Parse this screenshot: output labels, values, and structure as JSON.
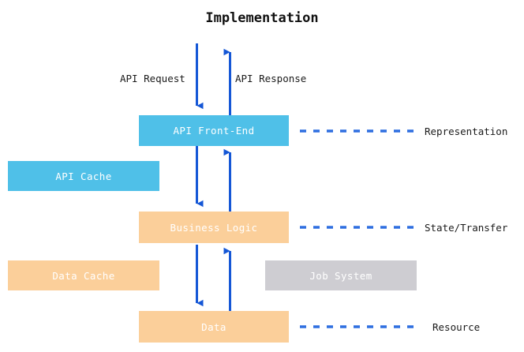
{
  "diagram": {
    "title": "Implementation",
    "background_color": "#ffffff",
    "arrow_color": "#1557d6",
    "dash_color": "#2f6fe0",
    "text_color": "#1a1a1a"
  },
  "flow_labels": [
    {
      "id": "api-request",
      "text": "API Request",
      "direction": "down"
    },
    {
      "id": "api-response",
      "text": "API Response",
      "direction": "up"
    }
  ],
  "boxes": [
    {
      "id": "api-front-end",
      "label": "API Front-End",
      "color": "#4fc0e8",
      "column": "center"
    },
    {
      "id": "api-cache",
      "label": "API Cache",
      "color": "#4fc0e8",
      "column": "left"
    },
    {
      "id": "business-logic",
      "label": "Business Logic",
      "color": "#fbcf9a",
      "column": "center"
    },
    {
      "id": "data-cache",
      "label": "Data Cache",
      "color": "#fbcf9a",
      "column": "left"
    },
    {
      "id": "job-system",
      "label": "Job System",
      "color": "#cecdd2",
      "column": "right"
    },
    {
      "id": "data",
      "label": "Data",
      "color": "#fbcf9a",
      "column": "center"
    }
  ],
  "side_labels": [
    {
      "id": "representation",
      "text": "Representation",
      "attached_to": "api-front-end"
    },
    {
      "id": "state-transfer",
      "text": "State/Transfer",
      "attached_to": "business-logic"
    },
    {
      "id": "resource",
      "text": "Resource",
      "attached_to": "data"
    }
  ]
}
